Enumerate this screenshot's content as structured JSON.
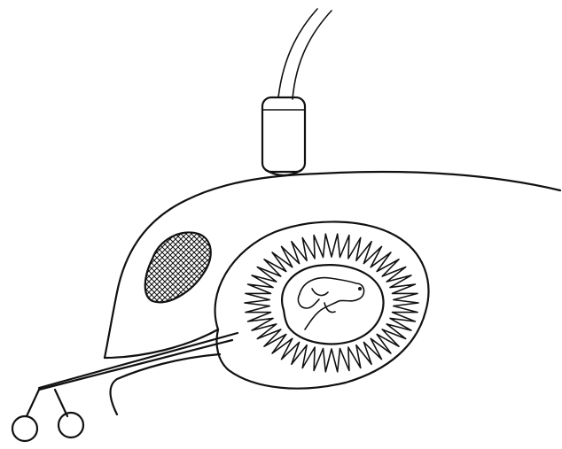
{
  "figure": {
    "kind": "line-drawing",
    "labels": [],
    "colors": {
      "background": "#ffffff",
      "ink": "#111111",
      "hatch": "#111111"
    },
    "elements": [
      "ultrasound-probe",
      "probe-cable",
      "body-outline",
      "bladder",
      "uterus",
      "endometrium",
      "gestational-sac",
      "embryo",
      "speculum-instrument"
    ]
  }
}
